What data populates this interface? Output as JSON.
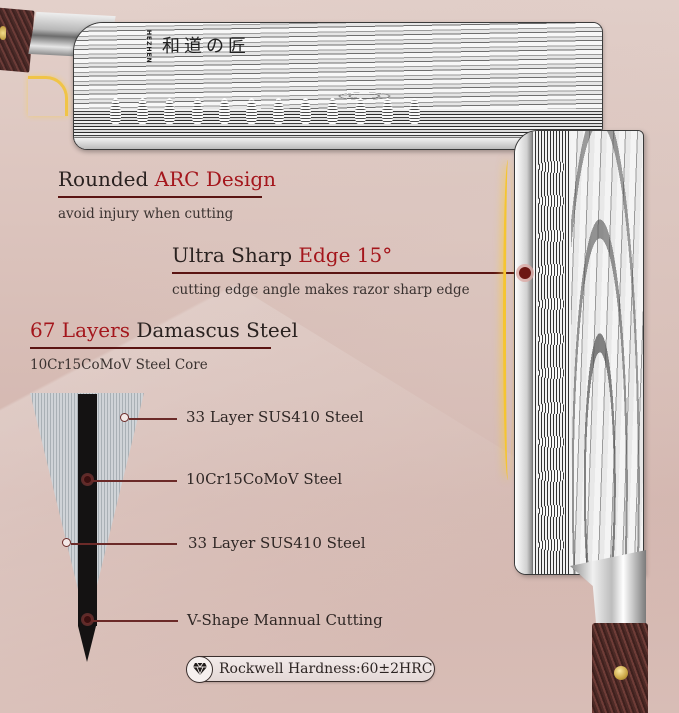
{
  "product": {
    "brand_mark": "HEZHEN",
    "blade_kanji": "和道の匠"
  },
  "callouts": {
    "arc": {
      "title_plain": "Rounded ",
      "title_accent": "ARC Design",
      "subtitle": "avoid injury when cutting"
    },
    "edge": {
      "title_plain": "Ultra Sharp ",
      "title_accent": "Edge 15°",
      "subtitle": "cutting edge angle makes razor sharp edge"
    },
    "layers": {
      "title_accent": "67 Layers",
      "title_plain": " Damascus Steel",
      "subtitle": "10Cr15CoMoV Steel Core"
    }
  },
  "layer_diagram": {
    "labels": [
      "33 Layer SUS410 Steel",
      "10Cr15CoMoV Steel",
      "33 Layer SUS410 Steel",
      "V-Shape Mannual Cutting"
    ]
  },
  "hardness": {
    "icon": "diamond-icon",
    "label": "Rockwell Hardness:60±2HRC"
  },
  "colors": {
    "accent_red": "#a4161c",
    "rule_dark": "#5a1412",
    "background": "#d9bfb8",
    "highlight_yellow": "#f2c43a",
    "text_dark": "#2a2220"
  }
}
